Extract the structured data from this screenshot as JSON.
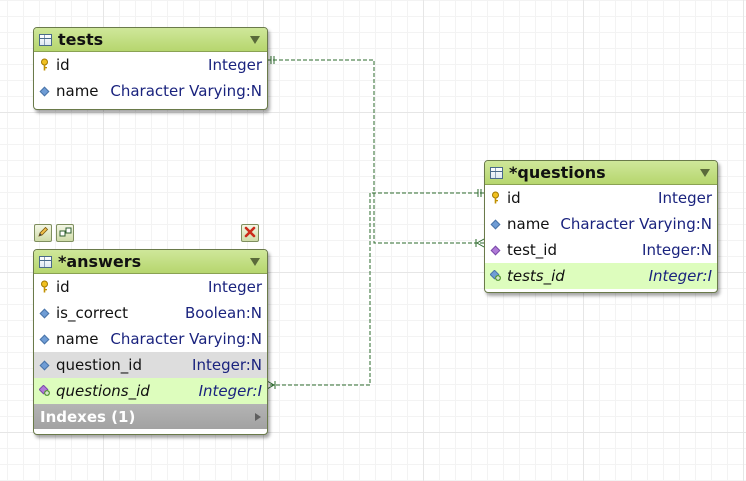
{
  "entities": {
    "tests": {
      "title": "tests",
      "fields": [
        {
          "name": "id",
          "type": "Integer",
          "icon": "primary-key-icon"
        },
        {
          "name": "name",
          "type": "Character Varying:N",
          "icon": "column-icon"
        }
      ]
    },
    "questions": {
      "title": "*questions",
      "fields": [
        {
          "name": "id",
          "type": "Integer",
          "icon": "primary-key-icon"
        },
        {
          "name": "name",
          "type": "Character Varying:N",
          "icon": "column-icon"
        },
        {
          "name": "test_id",
          "type": "Integer:N",
          "icon": "indexed-column-icon"
        },
        {
          "name": "tests_id",
          "type": "Integer:I",
          "icon": "foreign-key-icon"
        }
      ]
    },
    "answers": {
      "title": "*answers",
      "fields": [
        {
          "name": "id",
          "type": "Integer",
          "icon": "primary-key-icon"
        },
        {
          "name": "is_correct",
          "type": "Boolean:N",
          "icon": "column-icon"
        },
        {
          "name": "name",
          "type": "Character Varying:N",
          "icon": "column-icon"
        },
        {
          "name": "question_id",
          "type": "Integer:N",
          "icon": "column-icon"
        },
        {
          "name": "questions_id",
          "type": "Integer:I",
          "icon": "foreign-key-icon"
        }
      ],
      "indexes_label": "Indexes (1)"
    }
  },
  "toolbar": {
    "edit_icon": "pencil-icon",
    "relation_icon": "add-relation-icon",
    "delete_icon": "delete-icon"
  },
  "colors": {
    "header": "#b6d66e",
    "fk_row": "#ddfdbd",
    "type_text": "#1a237e",
    "connector": "#2e6b2e"
  }
}
